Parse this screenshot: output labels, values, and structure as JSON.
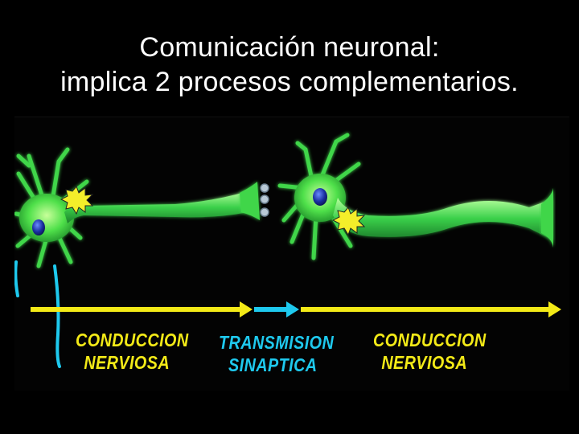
{
  "slide": {
    "title_line1": "Comunicación neuronal:",
    "title_line2": "implica 2 procesos complementarios."
  },
  "diagram": {
    "labels": {
      "conduction_1": {
        "line1": "CONDUCCION",
        "line2": "NERVIOSA"
      },
      "transmission": {
        "line1": "TRANSMISION",
        "line2": "SINAPTICA"
      },
      "conduction_2": {
        "line1": "CONDUCCION",
        "line2": "NERVIOSA"
      }
    },
    "colors": {
      "neuron": "#3fd64a",
      "nucleus": "#1a2fa0",
      "conduction_arrow": "#f3ea17",
      "transmission_arrow": "#1ec9ee",
      "impulse_burst": "#f4ee2a",
      "vesicles": "#b9c9d6"
    }
  }
}
